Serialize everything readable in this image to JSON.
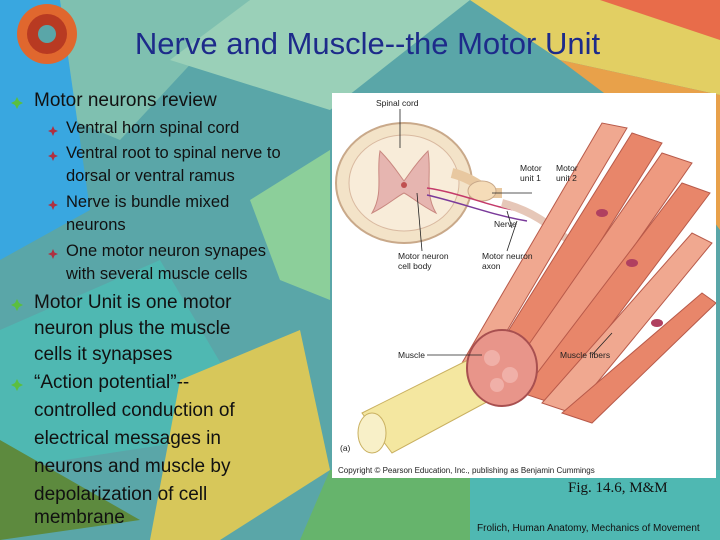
{
  "title": "Nerve and Muscle--the Motor Unit",
  "bullets": [
    {
      "text": "Motor neurons review",
      "sub": [
        {
          "lines": [
            "Ventral horn spinal cord"
          ]
        },
        {
          "lines": [
            "Ventral root to spinal nerve to",
            "dorsal or ventral ramus"
          ]
        },
        {
          "lines": [
            "Nerve is bundle mixed",
            "neurons"
          ]
        },
        {
          "lines": [
            "One motor neuron synapes",
            "with several muscle cells"
          ]
        }
      ]
    },
    {
      "lines": [
        "Motor Unit is one motor",
        "neuron plus the muscle",
        "cells it synapses"
      ]
    },
    {
      "lines": [
        "“Action potential”--",
        "controlled conduction of",
        "electrical messages in",
        "neurons and muscle by",
        "depolarization of cell",
        "membrane"
      ]
    }
  ],
  "figure": {
    "labels": {
      "spinal_cord": "Spinal cord",
      "motor_unit_1": [
        "Motor",
        "unit 1"
      ],
      "motor_unit_2": [
        "Motor",
        "unit 2"
      ],
      "nerve": "Nerve",
      "motor_neuron_cell_body": [
        "Motor neuron",
        "cell body"
      ],
      "motor_neuron_axon": [
        "Motor neuron",
        "axon"
      ],
      "muscle": "Muscle",
      "muscle_fibers": "Muscle fibers",
      "panel": "(a)"
    },
    "copyright": "Copyright © Pearson Education, Inc., publishing as Benjamin Cummings"
  },
  "figure_ref": "Fig. 14.6, M&M",
  "footer": "Frolich, Human Anatomy, Mechanics of Movement",
  "colors": {
    "background": "#5aa6a8",
    "title": "#1d2b8a",
    "bullet": "#5bbf3f",
    "sub_bullet": "#b03040"
  }
}
